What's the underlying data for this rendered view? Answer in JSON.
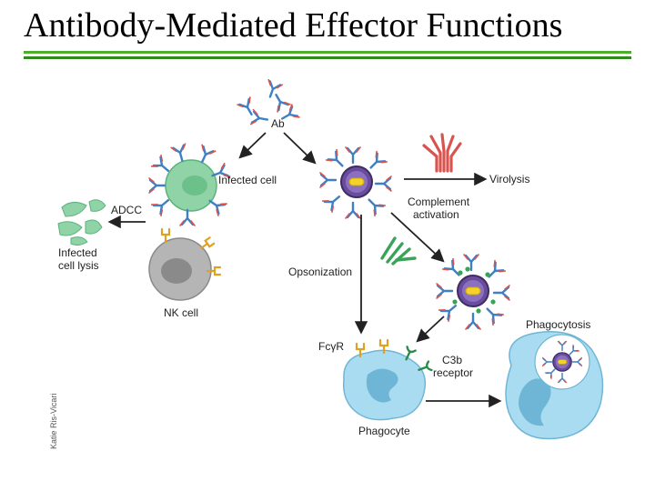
{
  "slide": {
    "title": "Antibody-Mediated Effector Functions"
  },
  "diagram": {
    "labels": {
      "ab": "Ab",
      "infected_cell": "Infected cell",
      "adcc": "ADCC",
      "infected_cell_lysis_1": "Infected",
      "infected_cell_lysis_2": "cell lysis",
      "nk_cell": "NK cell",
      "virolysis": "Virolysis",
      "complement_1": "Complement",
      "complement_2": "activation",
      "opsonization": "Opsonization",
      "fcgr": "FcγR",
      "c3b_1": "C3b",
      "c3b_2": "receptor",
      "phagocyte": "Phagocyte",
      "phagocytosis": "Phagocytosis",
      "credit": "Katie Ris-Vicari"
    },
    "colors": {
      "antibody_blue": "#3f7fc4",
      "antibody_red": "#d9534f",
      "infected_cell": "#8fd3a6",
      "virus_purple": "#6a4c9c",
      "virus_core": "#f4d22a",
      "complement_red": "#d9534f",
      "c3b_green": "#3aa35a",
      "phagocyte_blue": "#a9dcf0",
      "nk_gray": "#b5b5b5",
      "fc_receptor_orange": "#e0a020",
      "title_rule_green": "#4caf2b"
    }
  }
}
